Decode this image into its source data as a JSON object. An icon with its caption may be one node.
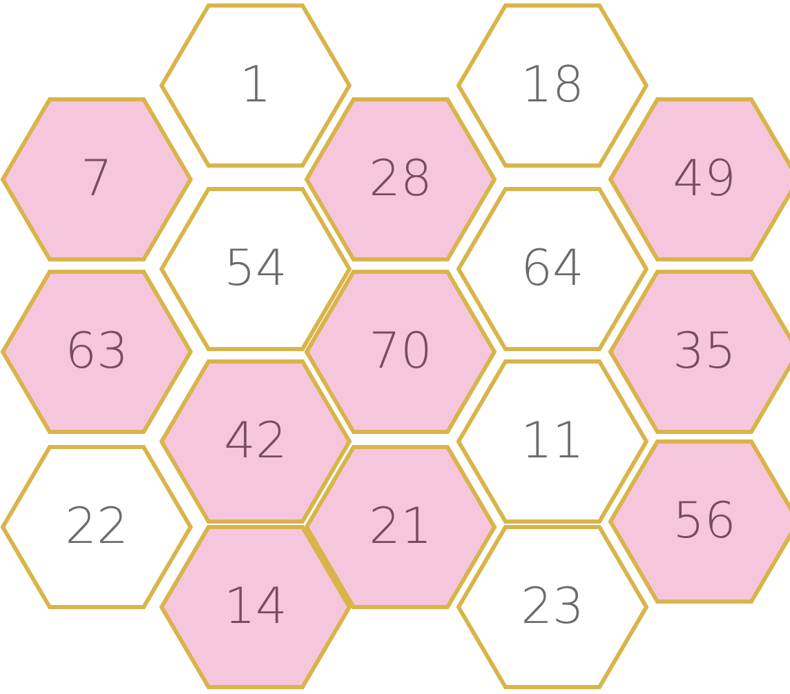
{
  "diagram": {
    "nodes": [
      {
        "text": [
          "1"
        ]
      },
      {
        "text": [
          "18"
        ]
      },
      {
        "text": [
          "7"
        ]
      },
      {
        "text": [
          "28"
        ]
      },
      {
        "text": [
          "49"
        ]
      },
      {
        "text": [
          "54"
        ]
      },
      {
        "text": [
          "64"
        ]
      },
      {
        "text": [
          "63"
        ]
      },
      {
        "text": [
          "70"
        ]
      },
      {
        "text": [
          "35"
        ]
      },
      {
        "text": [
          "42"
        ]
      },
      {
        "text": [
          "11"
        ]
      },
      {
        "text": [
          "22"
        ]
      },
      {
        "text": [
          "21"
        ]
      },
      {
        "text": [
          "56"
        ]
      },
      {
        "text": [
          "14"
        ]
      },
      {
        "text": [
          "23"
        ]
      }
    ]
  }
}
